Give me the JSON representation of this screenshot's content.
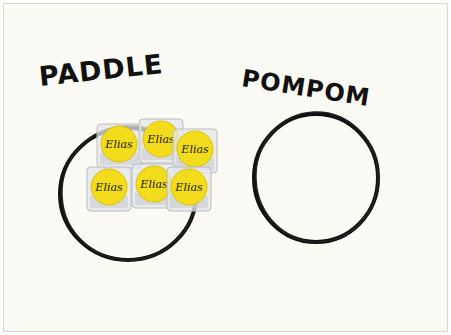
{
  "diagram": {
    "nodes": [
      {
        "text": [
          "PADDLE"
        ]
      },
      {
        "text": [
          "Elias"
        ],
        "in": 0
      },
      {
        "text": [
          "Elias"
        ],
        "in": 0
      },
      {
        "text": [
          "Elias"
        ],
        "in": 0
      },
      {
        "text": [
          "Elias"
        ],
        "in": 0
      },
      {
        "text": [
          "Elias"
        ],
        "in": 0
      },
      {
        "text": [
          "Elias"
        ],
        "in": 0
      },
      {
        "text": [
          "POMPOM"
        ]
      }
    ]
  }
}
